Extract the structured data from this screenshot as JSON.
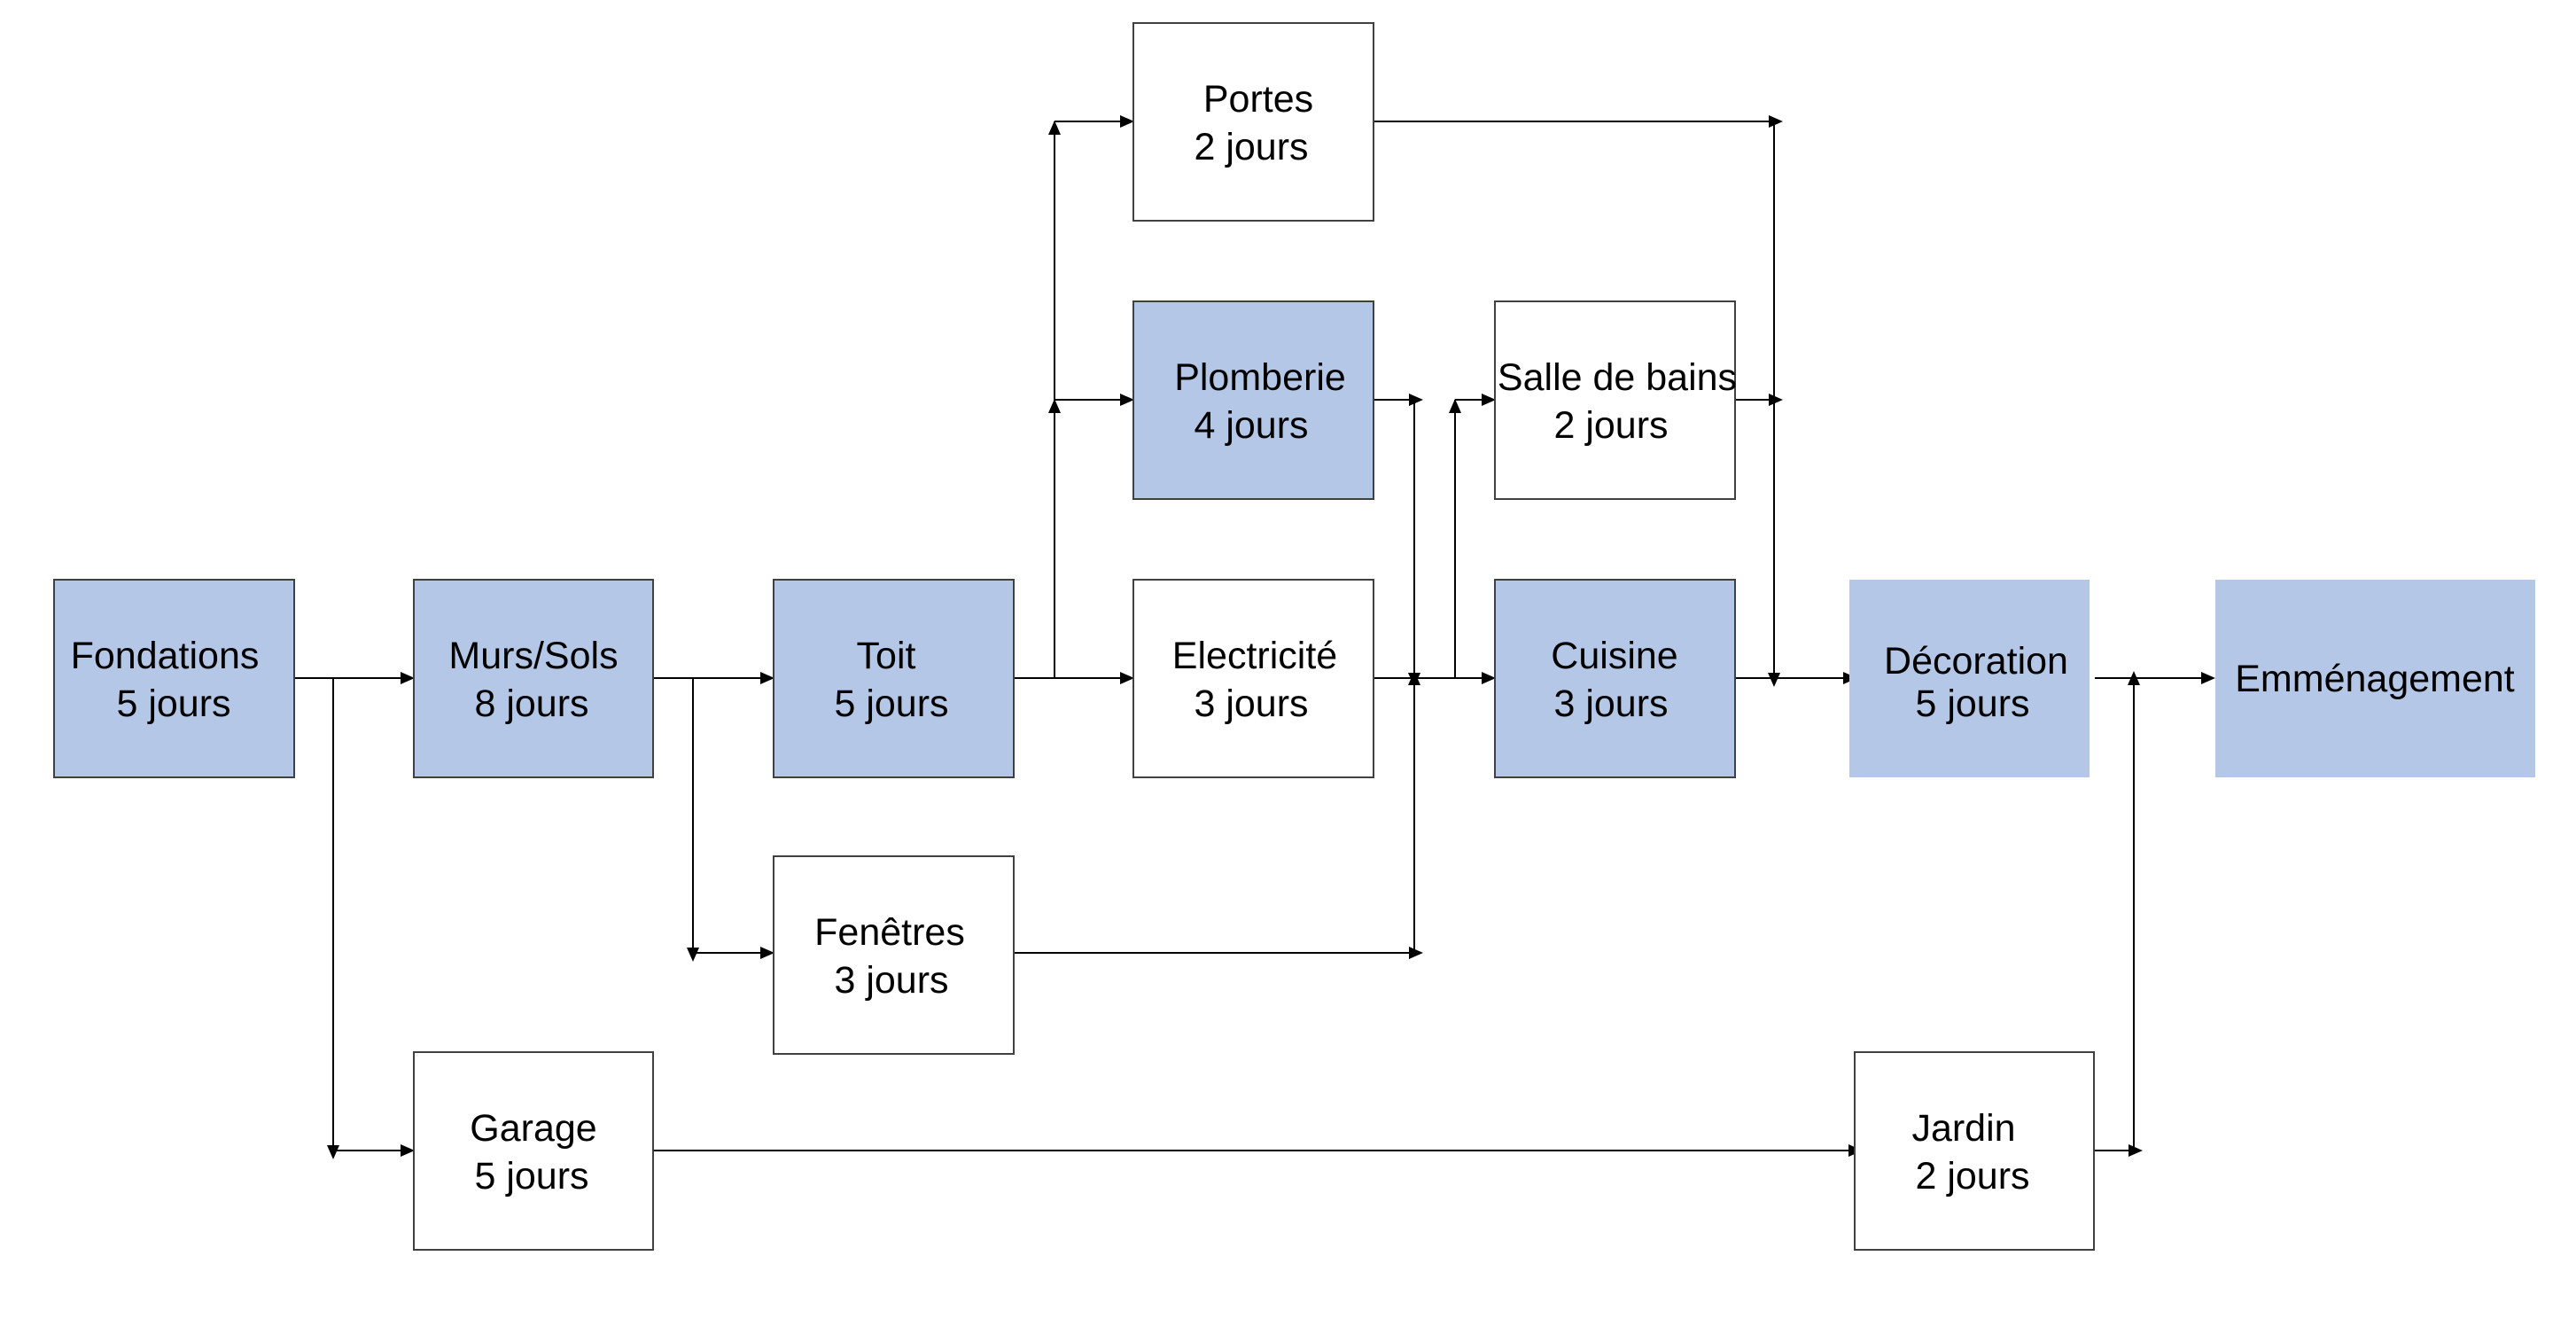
{
  "colors": {
    "critical_fill": "#b4c7e7",
    "normal_fill": "#ffffff",
    "border": "#404040",
    "line": "#000000"
  },
  "nodes": {
    "fondations": {
      "name": "Fondations",
      "duration": "5 jours",
      "critical": true
    },
    "murs-sols": {
      "name": "Murs/Sols",
      "duration": "8 jours",
      "critical": true
    },
    "toit": {
      "name": "Toit",
      "duration": "5 jours",
      "critical": true
    },
    "portes": {
      "name": "Portes",
      "duration": "2 jours",
      "critical": false
    },
    "plomberie": {
      "name": "Plomberie",
      "duration": "4 jours",
      "critical": true
    },
    "electricite": {
      "name": "Electricité",
      "duration": "3 jours",
      "critical": false
    },
    "fenetres": {
      "name": "Fenêtres",
      "duration": "3 jours",
      "critical": false
    },
    "garage": {
      "name": "Garage",
      "duration": "5 jours",
      "critical": false
    },
    "salle-de-bains": {
      "name": "Salle de bains",
      "duration": "2 jours",
      "critical": false
    },
    "cuisine": {
      "name": "Cuisine",
      "duration": "3 jours",
      "critical": true
    },
    "decoration": {
      "name": "Décoration",
      "duration": "5 jours",
      "critical": true
    },
    "jardin": {
      "name": "Jardin",
      "duration": "2 jours",
      "critical": false
    },
    "emmenagement": {
      "name": "Emménagement",
      "duration": "",
      "critical": true
    }
  },
  "edges": [
    {
      "from": "fondations",
      "to": "murs-sols"
    },
    {
      "from": "fondations",
      "to": "garage"
    },
    {
      "from": "murs-sols",
      "to": "toit"
    },
    {
      "from": "murs-sols",
      "to": "fenetres"
    },
    {
      "from": "toit",
      "to": "portes"
    },
    {
      "from": "toit",
      "to": "plomberie"
    },
    {
      "from": "toit",
      "to": "electricite"
    },
    {
      "from": "plomberie",
      "to": "cuisine"
    },
    {
      "from": "electricite",
      "to": "cuisine"
    },
    {
      "from": "fenetres",
      "to": "cuisine"
    },
    {
      "from": "plomberie",
      "to": "salle-de-bains"
    },
    {
      "from": "electricite",
      "to": "salle-de-bains"
    },
    {
      "from": "fenetres",
      "to": "salle-de-bains"
    },
    {
      "from": "portes",
      "to": "decoration"
    },
    {
      "from": "salle-de-bains",
      "to": "decoration"
    },
    {
      "from": "cuisine",
      "to": "decoration"
    },
    {
      "from": "decoration",
      "to": "emmenagement"
    },
    {
      "from": "garage",
      "to": "jardin"
    },
    {
      "from": "jardin",
      "to": "emmenagement"
    }
  ]
}
